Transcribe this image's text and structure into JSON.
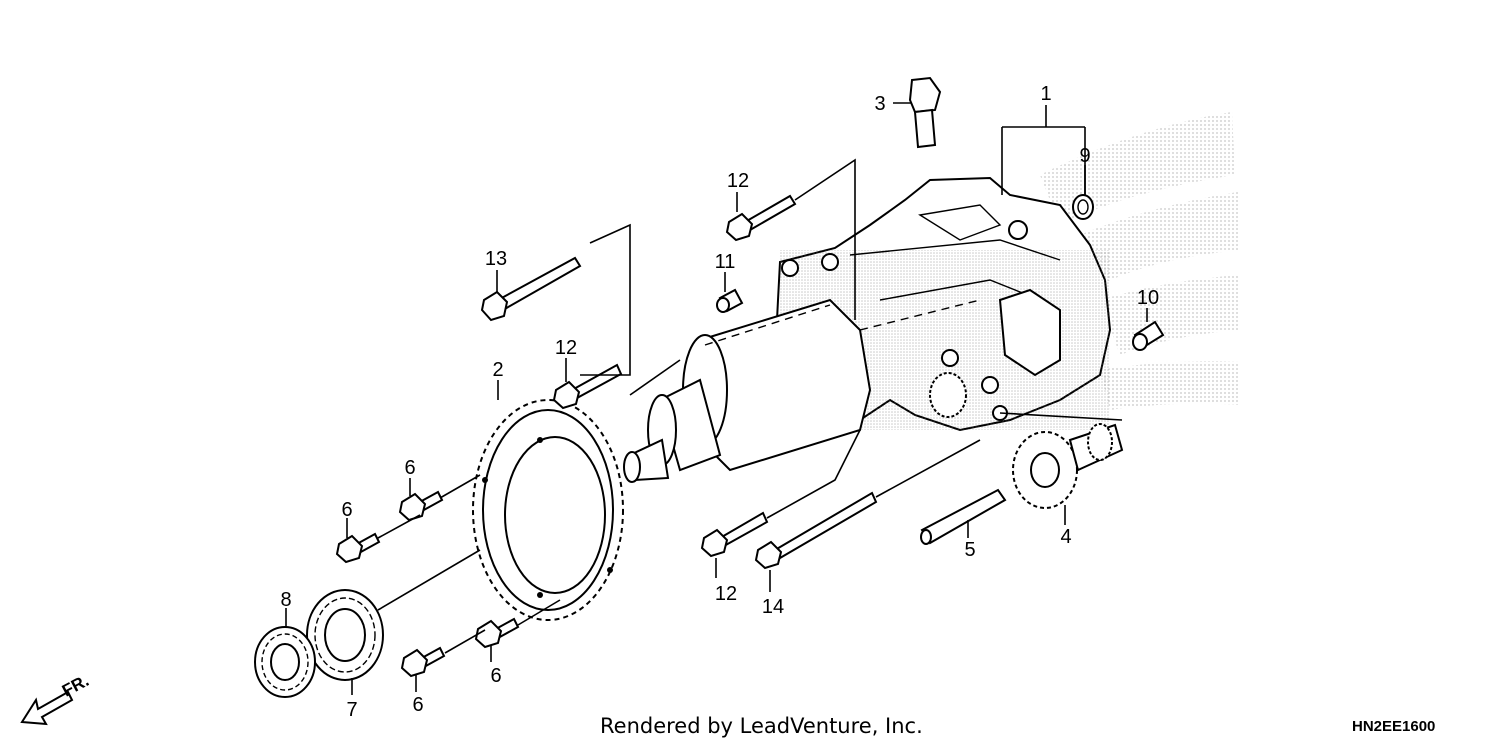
{
  "diagram": {
    "callouts": [
      {
        "id": "c1",
        "label": "1"
      },
      {
        "id": "c2",
        "label": "2"
      },
      {
        "id": "c3",
        "label": "3"
      },
      {
        "id": "c4",
        "label": "4"
      },
      {
        "id": "c5",
        "label": "5"
      },
      {
        "id": "c6a",
        "label": "6"
      },
      {
        "id": "c6b",
        "label": "6"
      },
      {
        "id": "c6c",
        "label": "6"
      },
      {
        "id": "c6d",
        "label": "6"
      },
      {
        "id": "c7",
        "label": "7"
      },
      {
        "id": "c8",
        "label": "8"
      },
      {
        "id": "c9",
        "label": "9"
      },
      {
        "id": "c10",
        "label": "10"
      },
      {
        "id": "c11",
        "label": "11"
      },
      {
        "id": "c12a",
        "label": "12"
      },
      {
        "id": "c12b",
        "label": "12"
      },
      {
        "id": "c12c",
        "label": "12"
      },
      {
        "id": "c13",
        "label": "13"
      },
      {
        "id": "c14",
        "label": "14"
      }
    ],
    "direction_label": "FR.",
    "footer": "Rendered by LeadVenture, Inc.",
    "diagram_code": "HN2EE1600"
  }
}
